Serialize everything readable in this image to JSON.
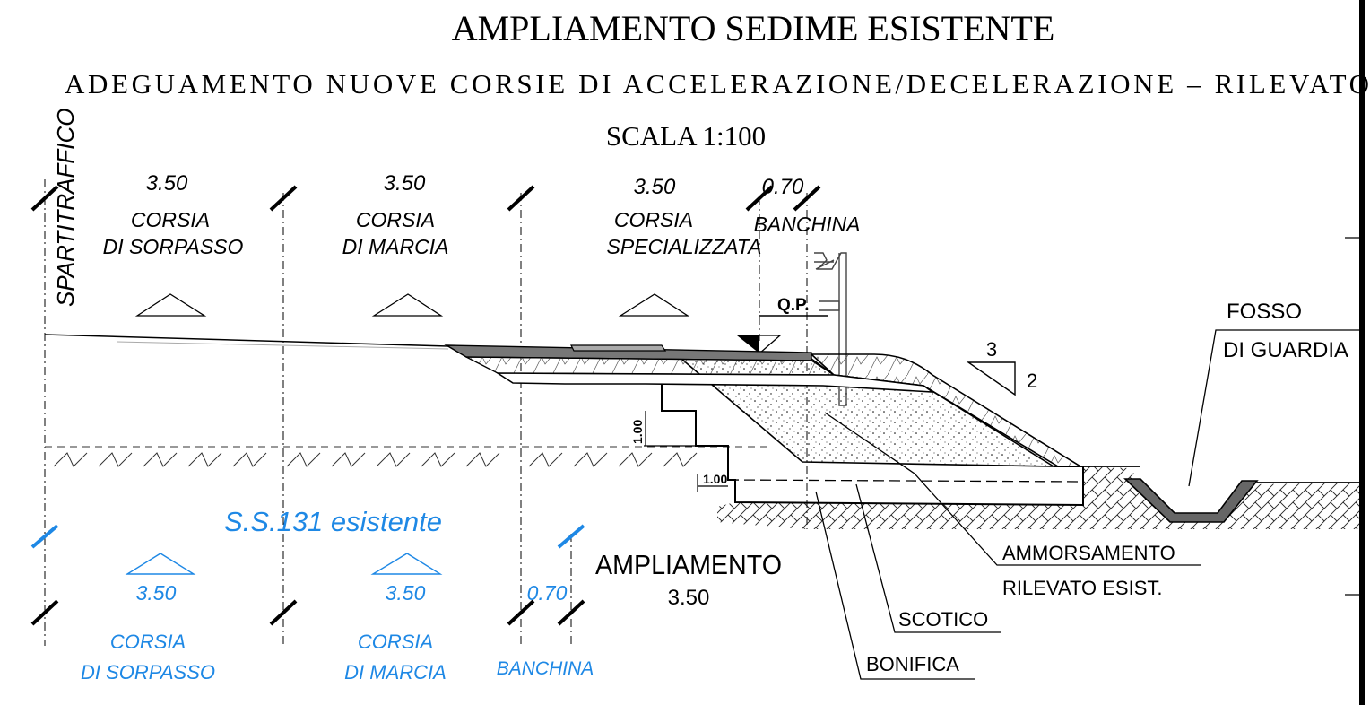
{
  "title": "AMPLIAMENTO SEDIME ESISTENTE",
  "subtitle": "ADEGUAMENTO NUOVE CORSIE DI ACCELERAZIONE/DECELERAZIONE – RILEVATO",
  "scale": "SCALA 1:100",
  "spartitraffico": "SPARTITRAFFICO",
  "new_section": {
    "lanes": [
      {
        "width": "3.50",
        "line1": "CORSIA",
        "line2": "DI SORPASSO"
      },
      {
        "width": "3.50",
        "line1": "CORSIA",
        "line2": "DI MARCIA"
      },
      {
        "width": "3.50",
        "line1": "CORSIA",
        "line2": "SPECIALIZZATA"
      }
    ],
    "shoulder": {
      "width": "0.70",
      "label": "BANCHINA"
    },
    "qp": "Q.P.",
    "slope": {
      "h": "3",
      "v": "2"
    },
    "step_height": "1.00",
    "bonifica_depth": "1.00"
  },
  "labels": {
    "fosso_1": "FOSSO",
    "fosso_2": "DI GUARDIA",
    "ammorsamento_1": "AMMORSAMENTO",
    "ammorsamento_2": "RILEVATO ESIST.",
    "scotico": "SCOTICO",
    "bonifica": "BONIFICA",
    "ampliamento": "AMPLIAMENTO",
    "ampliamento_width": "3.50"
  },
  "existing_section": {
    "name": "S.S.131 esistente",
    "lanes": [
      {
        "width": "3.50",
        "line1": "CORSIA",
        "line2": "DI SORPASSO"
      },
      {
        "width": "3.50",
        "line1": "CORSIA",
        "line2": "DI MARCIA"
      }
    ],
    "shoulder": {
      "width": "0.70",
      "label": "BANCHINA"
    }
  },
  "colors": {
    "ink": "#000000",
    "existing": "#1e88e5"
  }
}
